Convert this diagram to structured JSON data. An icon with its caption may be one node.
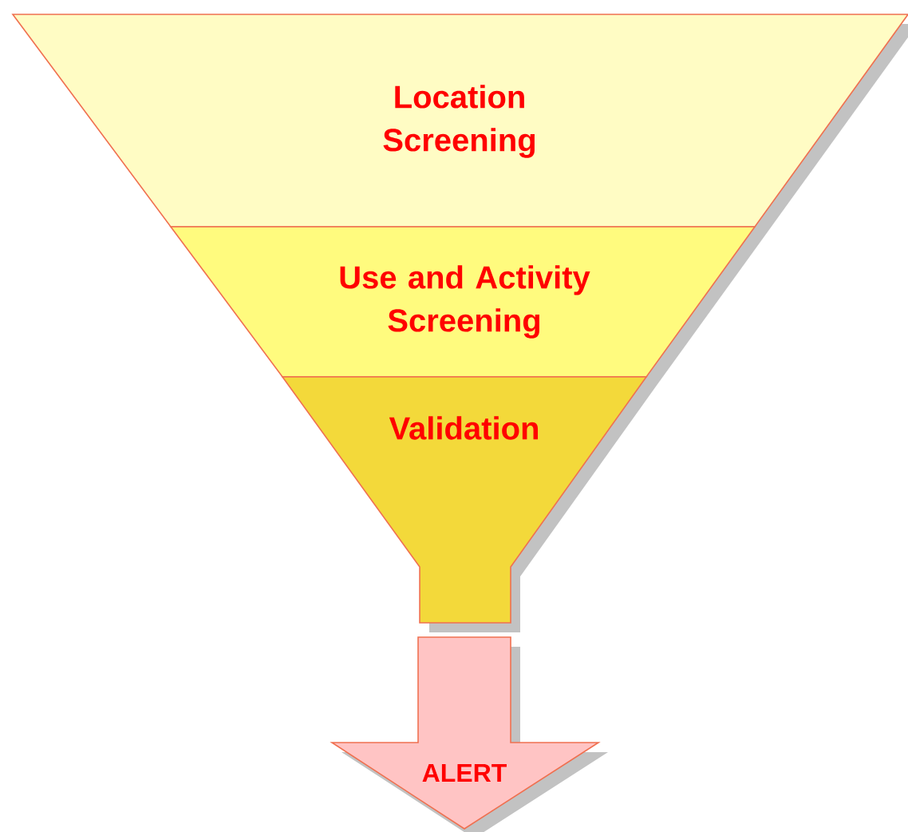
{
  "diagram": {
    "nodes": [
      {
        "text": [
          "Location Screening"
        ]
      },
      {
        "text": [
          "Use and Activity Screening"
        ]
      },
      {
        "text": [
          "Validation"
        ]
      },
      {
        "text": [
          "ALERT"
        ]
      }
    ]
  }
}
